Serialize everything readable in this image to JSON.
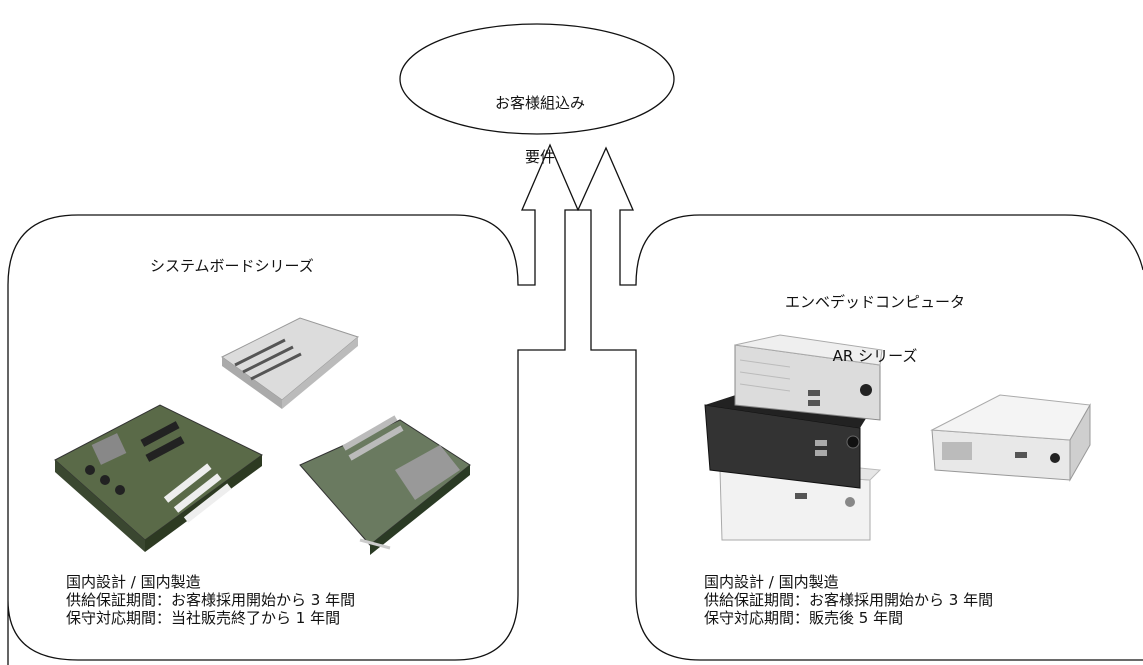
{
  "requirement": {
    "line1": "お客様組込み",
    "line2": "要件"
  },
  "left_panel": {
    "title": "システムボードシリーズ",
    "specs": [
      "国内設計 / 国内製造",
      "供給保証期間：お客様採用開始から 3 年間",
      "保守対応期間：当社販売終了から 1 年間"
    ],
    "images": [
      "ssd-module-photo",
      "motherboard-photo",
      "expansion-board-photo"
    ]
  },
  "right_panel": {
    "title_line1": "エンベデッドコンピュータ",
    "title_line2": "AR シリーズ",
    "specs": [
      "国内設計 / 国内製造",
      "供給保証期間：お客様採用開始から 3 年間",
      "保守対応期間：販売後 5 年間"
    ],
    "images": [
      "stacked-embedded-pcs-photo",
      "compact-embedded-pc-photo"
    ]
  },
  "colors": {
    "stroke": "#111111",
    "silver": "#d8d8d8",
    "dark_case": "#333333",
    "white_case": "#f2f2f2",
    "board_green": "#4a5a3a"
  }
}
